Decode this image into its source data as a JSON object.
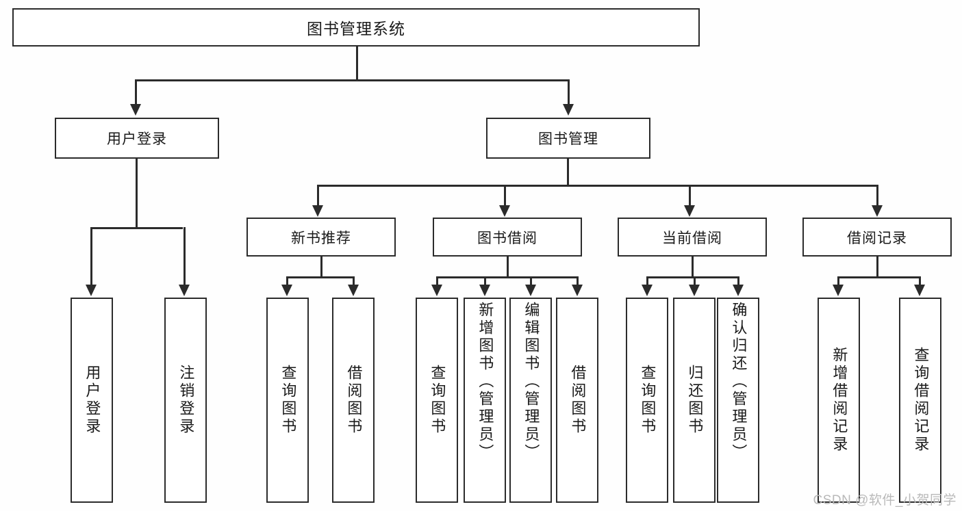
{
  "diagram": {
    "title": "图书管理系统",
    "type": "hierarchy-tree",
    "watermark": "CSDN @软件_小贺同学",
    "colors": {
      "background": "#fefefe",
      "box_fill": "#ffffff",
      "box_border": "#2b2b2b",
      "text": "#1a1a1a",
      "connector": "#2b2b2b",
      "watermark": "#b9b9b9"
    },
    "root": {
      "label": "图书管理系统"
    },
    "level2": [
      {
        "label": "用户登录"
      },
      {
        "label": "图书管理"
      }
    ],
    "level3": [
      {
        "label": "新书推荐"
      },
      {
        "label": "图书借阅"
      },
      {
        "label": "当前借阅"
      },
      {
        "label": "借阅记录"
      }
    ],
    "leaves": {
      "user_login": [
        {
          "label": "用户登录"
        },
        {
          "label": "注销登录"
        }
      ],
      "new_book": [
        {
          "label": "查询图书"
        },
        {
          "label": "借阅图书"
        }
      ],
      "book_borrow": [
        {
          "label": "查询图书"
        },
        {
          "label": "新增图书（管理员）"
        },
        {
          "label": "编辑图书（管理员）"
        },
        {
          "label": "借阅图书"
        }
      ],
      "current_borrow": [
        {
          "label": "查询图书"
        },
        {
          "label": "归还图书"
        },
        {
          "label": "确认归还（管理员）"
        }
      ],
      "borrow_record": [
        {
          "label": "新增借阅记录"
        },
        {
          "label": "查询借阅记录"
        }
      ]
    }
  }
}
